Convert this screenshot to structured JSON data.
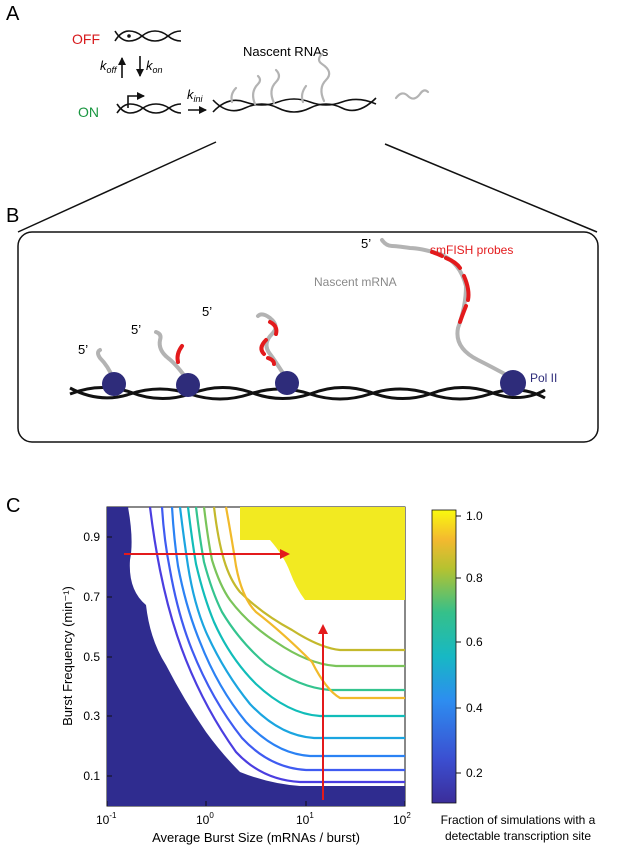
{
  "panel_a": {
    "letter": "A",
    "off_label": "OFF",
    "on_label": "ON",
    "k_off_main": "k",
    "k_off_sub": "off",
    "k_on_main": "k",
    "k_on_sub": "on",
    "k_ini_main": "k",
    "k_ini_sub": "ini",
    "nascent_rnas": "Nascent RNAs",
    "colors": {
      "off": "#d7191c",
      "on": "#1a9641"
    }
  },
  "panel_b": {
    "letter": "B",
    "five_prime": "5’",
    "smfish_probes": "smFISH probes",
    "nascent_mrna": "Nascent mRNA",
    "pol_ii": "Pol II",
    "colors": {
      "polymerase": "#2e2c7a",
      "probe": "#e31a1c",
      "rna": "#b3b3b3"
    }
  },
  "panel_c": {
    "letter": "C",
    "colorbar_label_line1": "Fraction of simulations with a",
    "colorbar_label_line2": "detectable transcription site",
    "colorbar_ticks": [
      "0.2",
      "0.4",
      "0.6",
      "0.8",
      "1.0"
    ]
  },
  "chart_data": {
    "type": "contour",
    "xlabel": "Average Burst Size (mRNAs / burst)",
    "ylabel": "Burst Frequency (min⁻¹)",
    "x_scale": "log",
    "xlim": [
      0.1,
      100
    ],
    "ylim": [
      0,
      1.0
    ],
    "x_ticks": [
      {
        "base": "10",
        "exp": "-1"
      },
      {
        "base": "10",
        "exp": "0"
      },
      {
        "base": "10",
        "exp": "1"
      },
      {
        "base": "10",
        "exp": "2"
      }
    ],
    "y_ticks": [
      "0.1",
      "0.3",
      "0.5",
      "0.7",
      "0.9"
    ],
    "colorbar_range": [
      0.1,
      1.0
    ],
    "contour_levels": [
      0.1,
      0.2,
      0.3,
      0.4,
      0.5,
      0.6,
      0.7,
      0.8,
      0.9
    ],
    "arrows": [
      {
        "from": [
          0.15,
          0.85
        ],
        "to": [
          6,
          0.85
        ],
        "color": "#e31a1c"
      },
      {
        "from": [
          18,
          0.0
        ],
        "to": [
          18,
          0.61
        ],
        "color": "#e31a1c"
      }
    ]
  }
}
